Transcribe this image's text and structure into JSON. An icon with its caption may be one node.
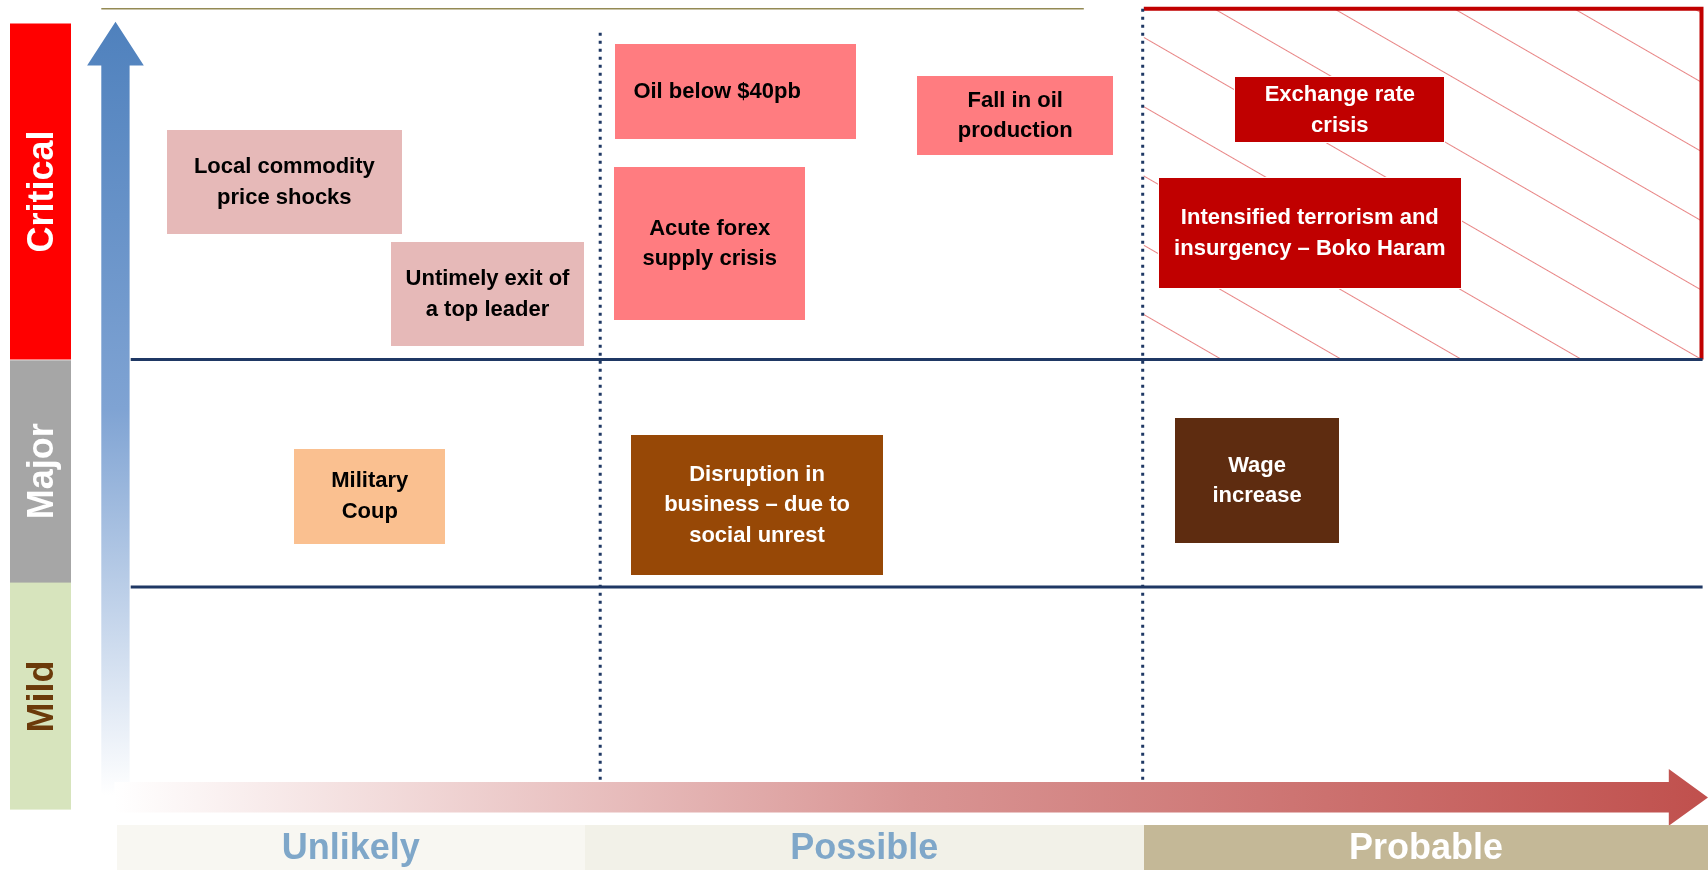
{
  "diagram": {
    "nodes": [
      {
        "text": [
          "Critical"
        ]
      },
      {
        "text": [
          "Major"
        ]
      },
      {
        "text": [
          "Mild"
        ]
      },
      {
        "text": [
          "Unlikely"
        ]
      },
      {
        "text": [
          "Possible"
        ]
      },
      {
        "text": [
          "Probable"
        ]
      },
      {
        "text": [
          "Local commodity price shocks"
        ]
      },
      {
        "text": [
          "Untimely exit of a top leader"
        ]
      },
      {
        "text": [
          "Oil below $40pb"
        ]
      },
      {
        "text": [
          "Acute forex supply crisis"
        ]
      },
      {
        "text": [
          "Fall in oil production"
        ]
      },
      {
        "text": [
          "Exchange rate crisis"
        ]
      },
      {
        "text": [
          "Intensified terrorism and insurgency – Boko Haram"
        ]
      },
      {
        "text": [
          "Military Coup"
        ]
      },
      {
        "text": [
          "Disruption in business – due to social unrest"
        ]
      },
      {
        "text": [
          "Wage increase"
        ]
      }
    ]
  }
}
